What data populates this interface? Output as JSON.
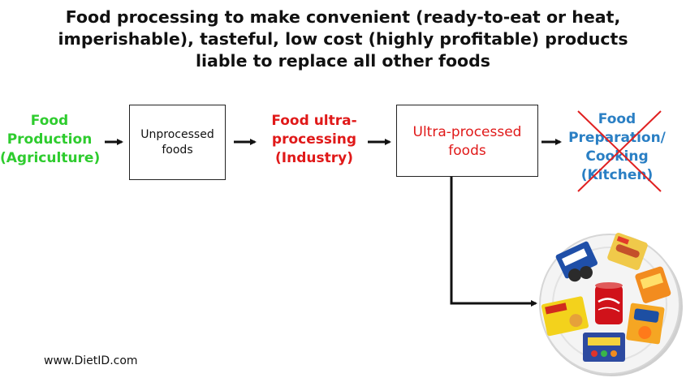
{
  "title": {
    "line1": "Food processing to make convenient (ready-to-eat or heat,",
    "line2": "imperishable), tasteful, low cost (highly profitable) products",
    "line3": "liable to replace all other foods"
  },
  "nodes": {
    "food_production": {
      "line1": "Food",
      "line2": "Production",
      "line3": "(Agriculture)"
    },
    "unprocessed": {
      "line1": "Unprocessed",
      "line2": "foods"
    },
    "ultra_processing": {
      "line1": "Food ultra-",
      "line2": "processing",
      "line3": "(Industry)"
    },
    "ultra_processed": {
      "line1": "Ultra-processed",
      "line2": "foods"
    },
    "preparation": {
      "line1": "Food",
      "line2": "Preparation/",
      "line3": "Cooking",
      "line4": "(Kitchen)"
    }
  },
  "colors": {
    "green": "#2ecc2e",
    "red": "#e01919",
    "blue": "#2a7fc4",
    "cross": "#e02020"
  },
  "footer": {
    "text": "www.DietID.com"
  }
}
